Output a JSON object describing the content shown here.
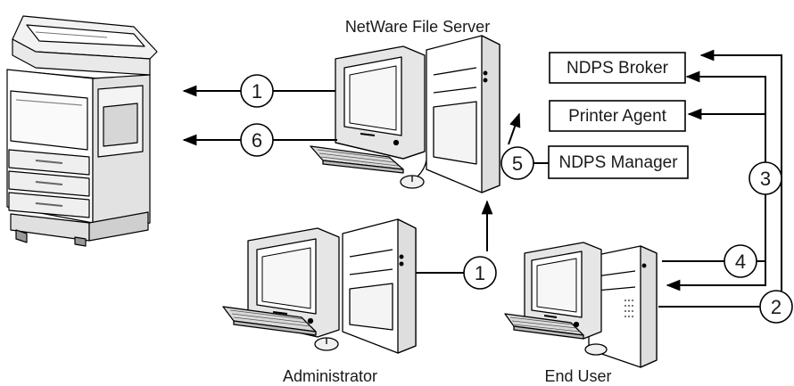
{
  "labels": {
    "server": "NetWare File Server",
    "admin": "Administrator",
    "enduser": "End User"
  },
  "boxes": {
    "broker": "NDPS Broker",
    "agent": "Printer Agent",
    "manager": "NDPS Manager"
  },
  "steps": {
    "s1_top": "1",
    "s6": "6",
    "s5": "5",
    "s1_admin": "1",
    "s3": "3",
    "s4": "4",
    "s2": "2"
  },
  "icons": {
    "copier": "multifunction-printer-icon",
    "server": "computer-workstation-icon",
    "admin": "computer-workstation-icon",
    "enduser": "computer-workstation-icon"
  }
}
